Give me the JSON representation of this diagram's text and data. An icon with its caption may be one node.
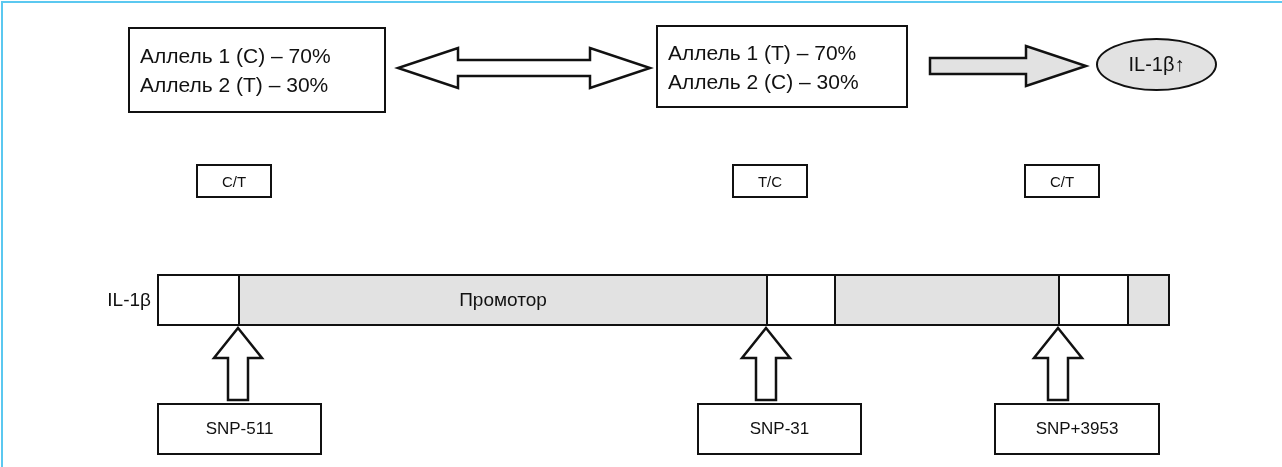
{
  "diagram": {
    "nodes": [
      {
        "text": [
          "Аллель 1 (C) – 70%",
          "Аллель 2 (T) – 30%"
        ]
      },
      {
        "text": [
          "Аллель 1 (T) – 70%",
          "Аллель 2 (C) – 30%"
        ]
      },
      {
        "text": [
          "IL-1β↑"
        ]
      },
      {
        "text": [
          "C/T"
        ]
      },
      {
        "text": [
          "T/C"
        ]
      },
      {
        "text": [
          "C/T"
        ]
      },
      {
        "text": [
          "IL-1β"
        ]
      },
      {
        "text": [],
        "shape": "box",
        "in": 6
      },
      {
        "text": [
          "Промотор"
        ],
        "in": 6
      },
      {
        "text": [],
        "shape": "box",
        "in": 6
      },
      {
        "text": [],
        "shape": "box",
        "in": 6
      },
      {
        "text": [],
        "shape": "box",
        "in": 6
      },
      {
        "text": [],
        "shape": "box",
        "in": 6
      },
      {
        "text": [
          "SNP-511"
        ]
      },
      {
        "text": [
          "SNP-31"
        ]
      },
      {
        "text": [
          "SNP+3953"
        ]
      }
    ],
    "edges": [
      {
        "from": 0,
        "to": 1,
        "arrow": "both"
      },
      {
        "from": 1,
        "to": 2,
        "arrow": "to"
      },
      {
        "from": 13,
        "to": 6,
        "arrow": "to"
      },
      {
        "from": 14,
        "to": 6,
        "arrow": "to"
      },
      {
        "from": 15,
        "to": 6,
        "arrow": "to"
      }
    ]
  }
}
